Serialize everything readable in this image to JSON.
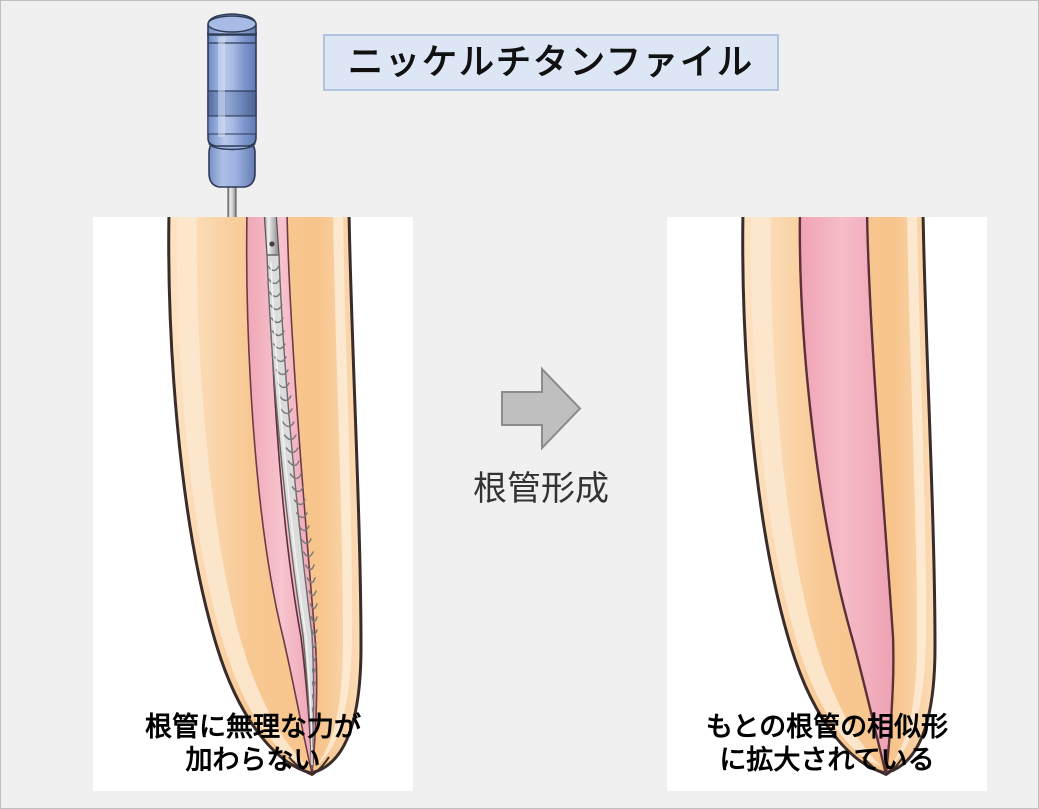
{
  "slide": {
    "title": "ニッケルチタンファイル",
    "background_color": "#f0f0f0",
    "border_color": "#bfbfbf"
  },
  "title_box": {
    "label": "ニッケルチタンファイル",
    "fill_color": "#dce6f4",
    "border_color": "#b0c4de",
    "text_color": "#111111"
  },
  "process": {
    "arrow_label": "根管形成",
    "arrow_direction": "right",
    "arrow_fill": "#bfbfbf",
    "arrow_stroke": "#8c8c8c",
    "label_color": "#333333"
  },
  "panels": [
    {
      "id": "before",
      "caption_line1": "根管に無理な力が",
      "caption_line2": "加わらない",
      "background_color": "#ffffff",
      "tooth": {
        "dentin_color": "#f7c794",
        "dentin_highlight": "#fbe0bd",
        "outline_color": "#3a2c28",
        "canal_color": "#f4b9c4",
        "canal_state": "narrow-curved",
        "instrument": "nickel-titanium-file"
      }
    },
    {
      "id": "after",
      "caption_line1": "もとの根管の相似形",
      "caption_line2": "に拡大されている",
      "background_color": "#ffffff",
      "tooth": {
        "dentin_color": "#f7c794",
        "dentin_highlight": "#fbe0bd",
        "outline_color": "#3a2c28",
        "canal_color": "#f4b0c0",
        "canal_state": "tapered-enlarged",
        "instrument": "none"
      }
    }
  ],
  "file_instrument": {
    "name": "ニッケルチタンファイル",
    "handle_color": "#8ba3d6",
    "handle_color_light": "#b9c9ea",
    "handle_color_dark": "#5f7bb5",
    "band_color": "#6e86ba",
    "shank_color": "#d8d8d8",
    "flute_color": "#e8e8e8",
    "flute_shadow": "#8d8d8d"
  }
}
